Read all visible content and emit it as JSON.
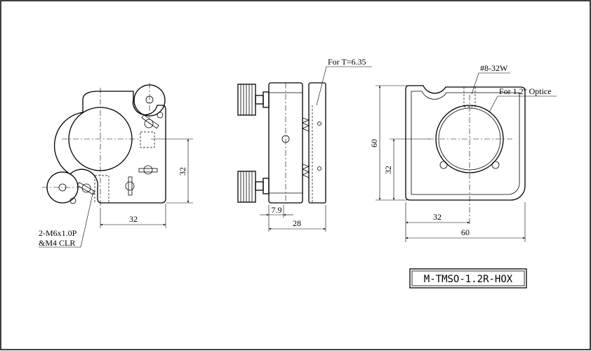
{
  "front_view": {
    "dim_width": "32",
    "dim_height": "32",
    "callout_line1": "2-M6x1.0P",
    "callout_line2": "&M4 CLR"
  },
  "side_view": {
    "label_thickness": "For T=6.35",
    "dim_small": "7.9",
    "dim_depth": "28"
  },
  "rear_view": {
    "label_thread": "#8-32W",
    "label_optic": "For 1.2\" Optice",
    "dim_height_total": "60",
    "dim_height_center": "32",
    "dim_width_center": "32",
    "dim_width_total": "60"
  },
  "part_number": "M-TMSO-1.2R-HOX"
}
